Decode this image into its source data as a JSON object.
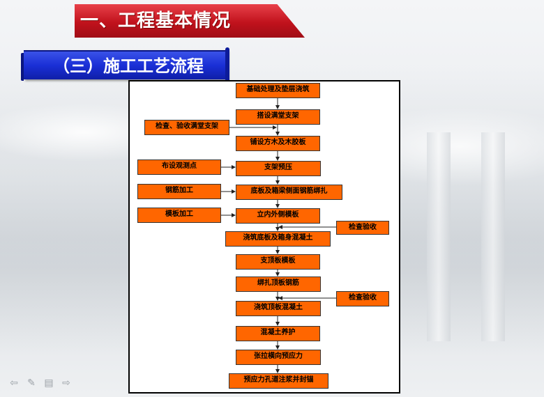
{
  "header": {
    "title": "一、工程基本情况",
    "subtitle": "（三）施工工艺流程"
  },
  "flow": {
    "main": [
      "基础处理及垫层浇筑",
      "搭设满堂支架",
      "铺设方木及木胶板",
      "支架预压",
      "底板及箱梁侧面钢筋绑扎",
      "立内外侧模板",
      "浇筑底板及箱身混凝土",
      "支顶板模板",
      "绑扎顶板钢筋",
      "浇筑顶板混凝土",
      "混凝土养护",
      "张拉横向预应力",
      "预应力孔道注浆并封锚"
    ],
    "side_left": [
      "检查、验收满堂支架",
      "布设观测点",
      "钢筋加工",
      "模板加工"
    ],
    "side_right": [
      "检查验收",
      "检查验收"
    ]
  },
  "colors": {
    "box_fill": "#ff6600",
    "title_red": "#c1121c",
    "title_blue": "#1a2fd6"
  },
  "nav_icons": [
    "arrow-left-icon",
    "pen-icon",
    "menu-icon",
    "arrow-right-icon"
  ]
}
